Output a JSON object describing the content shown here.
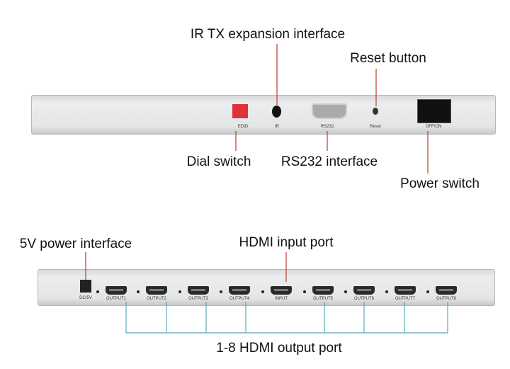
{
  "callouts": {
    "ir": "IR TX expansion interface",
    "reset": "Reset button",
    "dial": "Dial switch",
    "rs232": "RS232 interface",
    "power": "Power switch",
    "dc": "5V power interface",
    "hdmi_in": "HDMI input port",
    "hdmi_out": "1-8 HDMI output port"
  },
  "front_panel": {
    "edid": "EDID",
    "ir": "IR",
    "rs232": "RS232",
    "reset": "Reset",
    "power": "OFF/ON"
  },
  "rear_panel": {
    "dc": "DC/5V",
    "ports": [
      "OUTPUT1",
      "OUTPUT2",
      "OUTPUT3",
      "OUTPUT4",
      "INPUT",
      "OUTPUT5",
      "OUTPUT6",
      "OUTPUT7",
      "OUTPUT8"
    ]
  },
  "colors": {
    "callout_line": "#c0392b",
    "output_bus": "#5aa9b5",
    "dip_switch": "#e0323a"
  }
}
